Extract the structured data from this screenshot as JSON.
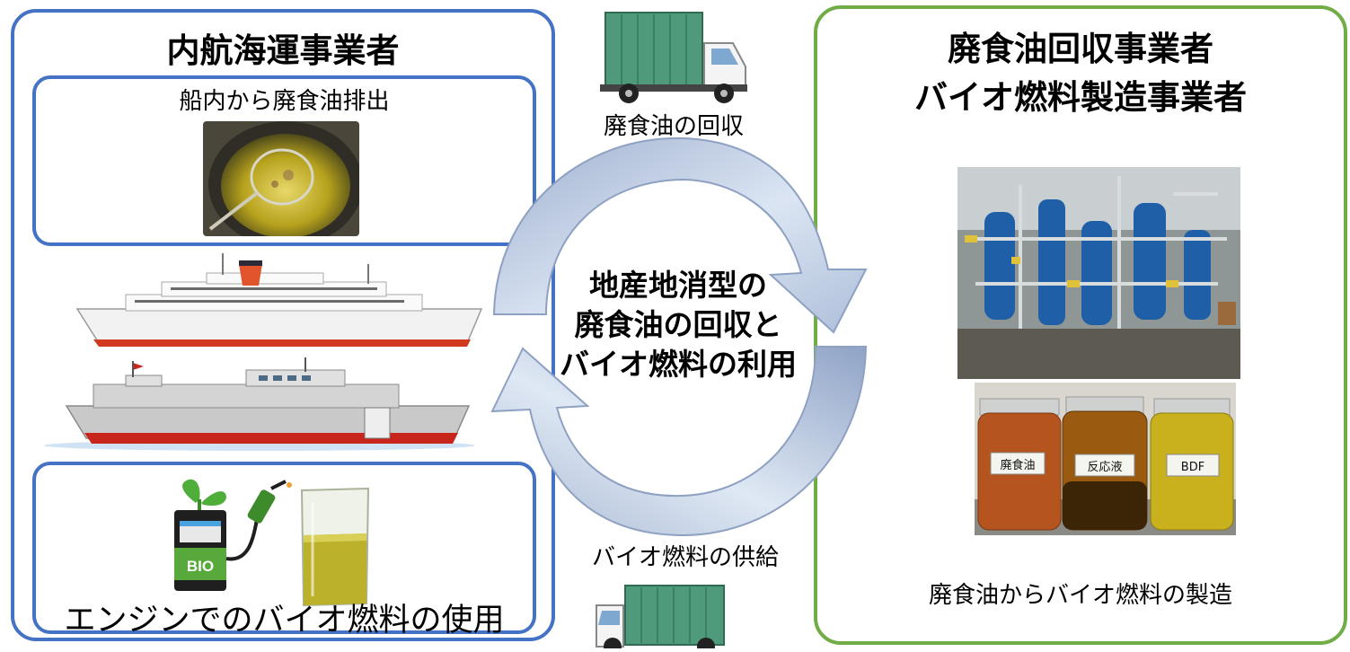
{
  "left_panel": {
    "title": "内航海運事業者",
    "top_box_caption": "船内から廃食油排出",
    "bottom_box_caption": "エンジンでのバイオ燃料の使用",
    "bio_label": "BIO"
  },
  "right_panel": {
    "title": "廃食油回収事業者\nバイオ燃料製造事業者",
    "jar_labels": [
      "廃食油",
      "反応液",
      "BDF"
    ],
    "caption": "廃食油からバイオ燃料の製造"
  },
  "center": {
    "cycle_text": "地産地消型の\n廃食油の回収と\nバイオ燃料の利用",
    "top_caption": "廃食油の回収",
    "bottom_caption": "バイオ燃料の供給"
  },
  "colors": {
    "left_border": "#4472c4",
    "right_border": "#70ad47",
    "arrow_light": "#e4ecf8",
    "arrow_dark": "#8fa3c6",
    "truck_container": "#4e9a7a"
  }
}
